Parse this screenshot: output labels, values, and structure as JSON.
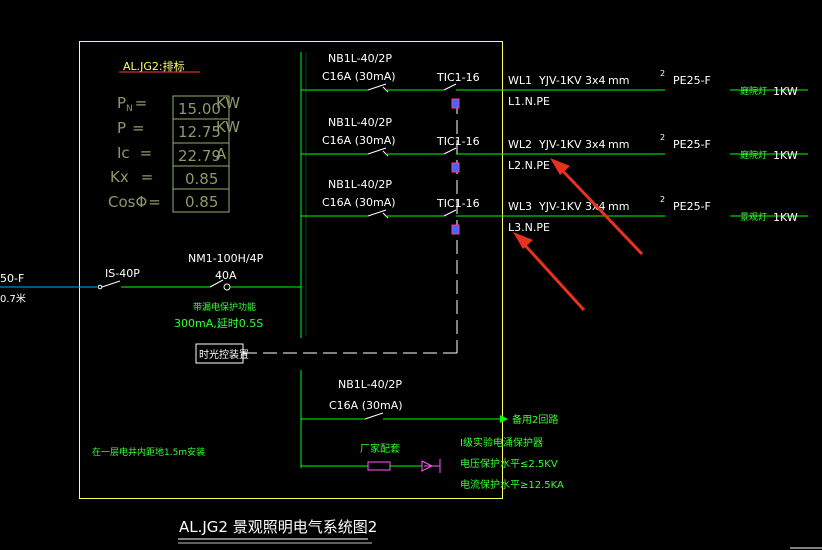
{
  "colors": {
    "background": "#000000",
    "frame": "#ffff66",
    "circuit": "#00ff00",
    "text": "#ffffff",
    "green_text": "#33ff33",
    "gray_text": "#8a9a6a",
    "box_stroke": "#8fae6a",
    "marker_border": "#ff3a9e",
    "marker_fill": "#3a6bff",
    "arrow": "#e8321e",
    "title_text": "#ffffff",
    "magenta": "#ff55ff"
  },
  "panel": {
    "name": "AL.JG2:排标"
  },
  "params": [
    {
      "label": "P",
      "sub": "N",
      "eq": "=",
      "value": "15.00",
      "unit": "KW"
    },
    {
      "label": "P",
      "sub": "",
      "eq": "=",
      "value": "12.75",
      "unit": "KW"
    },
    {
      "label": "Ic",
      "sub": "",
      "eq": "=",
      "value": "22.79",
      "unit": "A"
    },
    {
      "label": "Kx",
      "sub": "",
      "eq": "=",
      "value": "0.85",
      "unit": ""
    },
    {
      "label": "CosΦ",
      "sub": "",
      "eq": "=",
      "value": "0.85",
      "unit": ""
    }
  ],
  "incoming": {
    "cable_label": "50-F",
    "cable_label2": "0.7米",
    "isolator": "IS-40P",
    "breaker": "NM1-100H/4P",
    "breaker_rating": "40A",
    "breaker_note": "带漏电保护功能",
    "breaker_note2": "300mA,延时0.5S"
  },
  "circuits": [
    {
      "breaker": "NB1L-40/2P",
      "rating": "C16A (30mA)",
      "contactor": "TIC1-16",
      "wl": "WL1",
      "cable": "YJV-1KV 3x4",
      "unit": "mm",
      "sup": "2",
      "pe": "PE25-F",
      "phase": "L1.N.PE",
      "load": "庭院灯",
      "power": "1KW"
    },
    {
      "breaker": "NB1L-40/2P",
      "rating": "C16A (30mA)",
      "contactor": "TIC1-16",
      "wl": "WL2",
      "cable": "YJV-1KV 3x4",
      "unit": "mm",
      "sup": "2",
      "pe": "PE25-F",
      "phase": "L2.N.PE",
      "load": "庭院灯",
      "power": "1KW"
    },
    {
      "breaker": "NB1L-40/2P",
      "rating": "C16A (30mA)",
      "contactor": "TIC1-16",
      "wl": "WL3",
      "cable": "YJV-1KV 3x4",
      "unit": "mm",
      "sup": "2",
      "pe": "PE25-F",
      "phase": "L3.N.PE",
      "load": "景观灯",
      "power": "1KW"
    }
  ],
  "timer": {
    "label": "时光控装置"
  },
  "spare": {
    "breaker": "NB1L-40/2P",
    "rating": "C16A (30mA)",
    "label": "备用2回路"
  },
  "spd": {
    "label": "厂家配套",
    "note1": "I级实验电涌保护器",
    "note2": "电压保护水平≤2.5KV",
    "note3": "电流保护水平≥12.5KA"
  },
  "install_note": "在一层电井内距地1.5m安装",
  "title": "AL.JG2  景观照明电气系统图2"
}
